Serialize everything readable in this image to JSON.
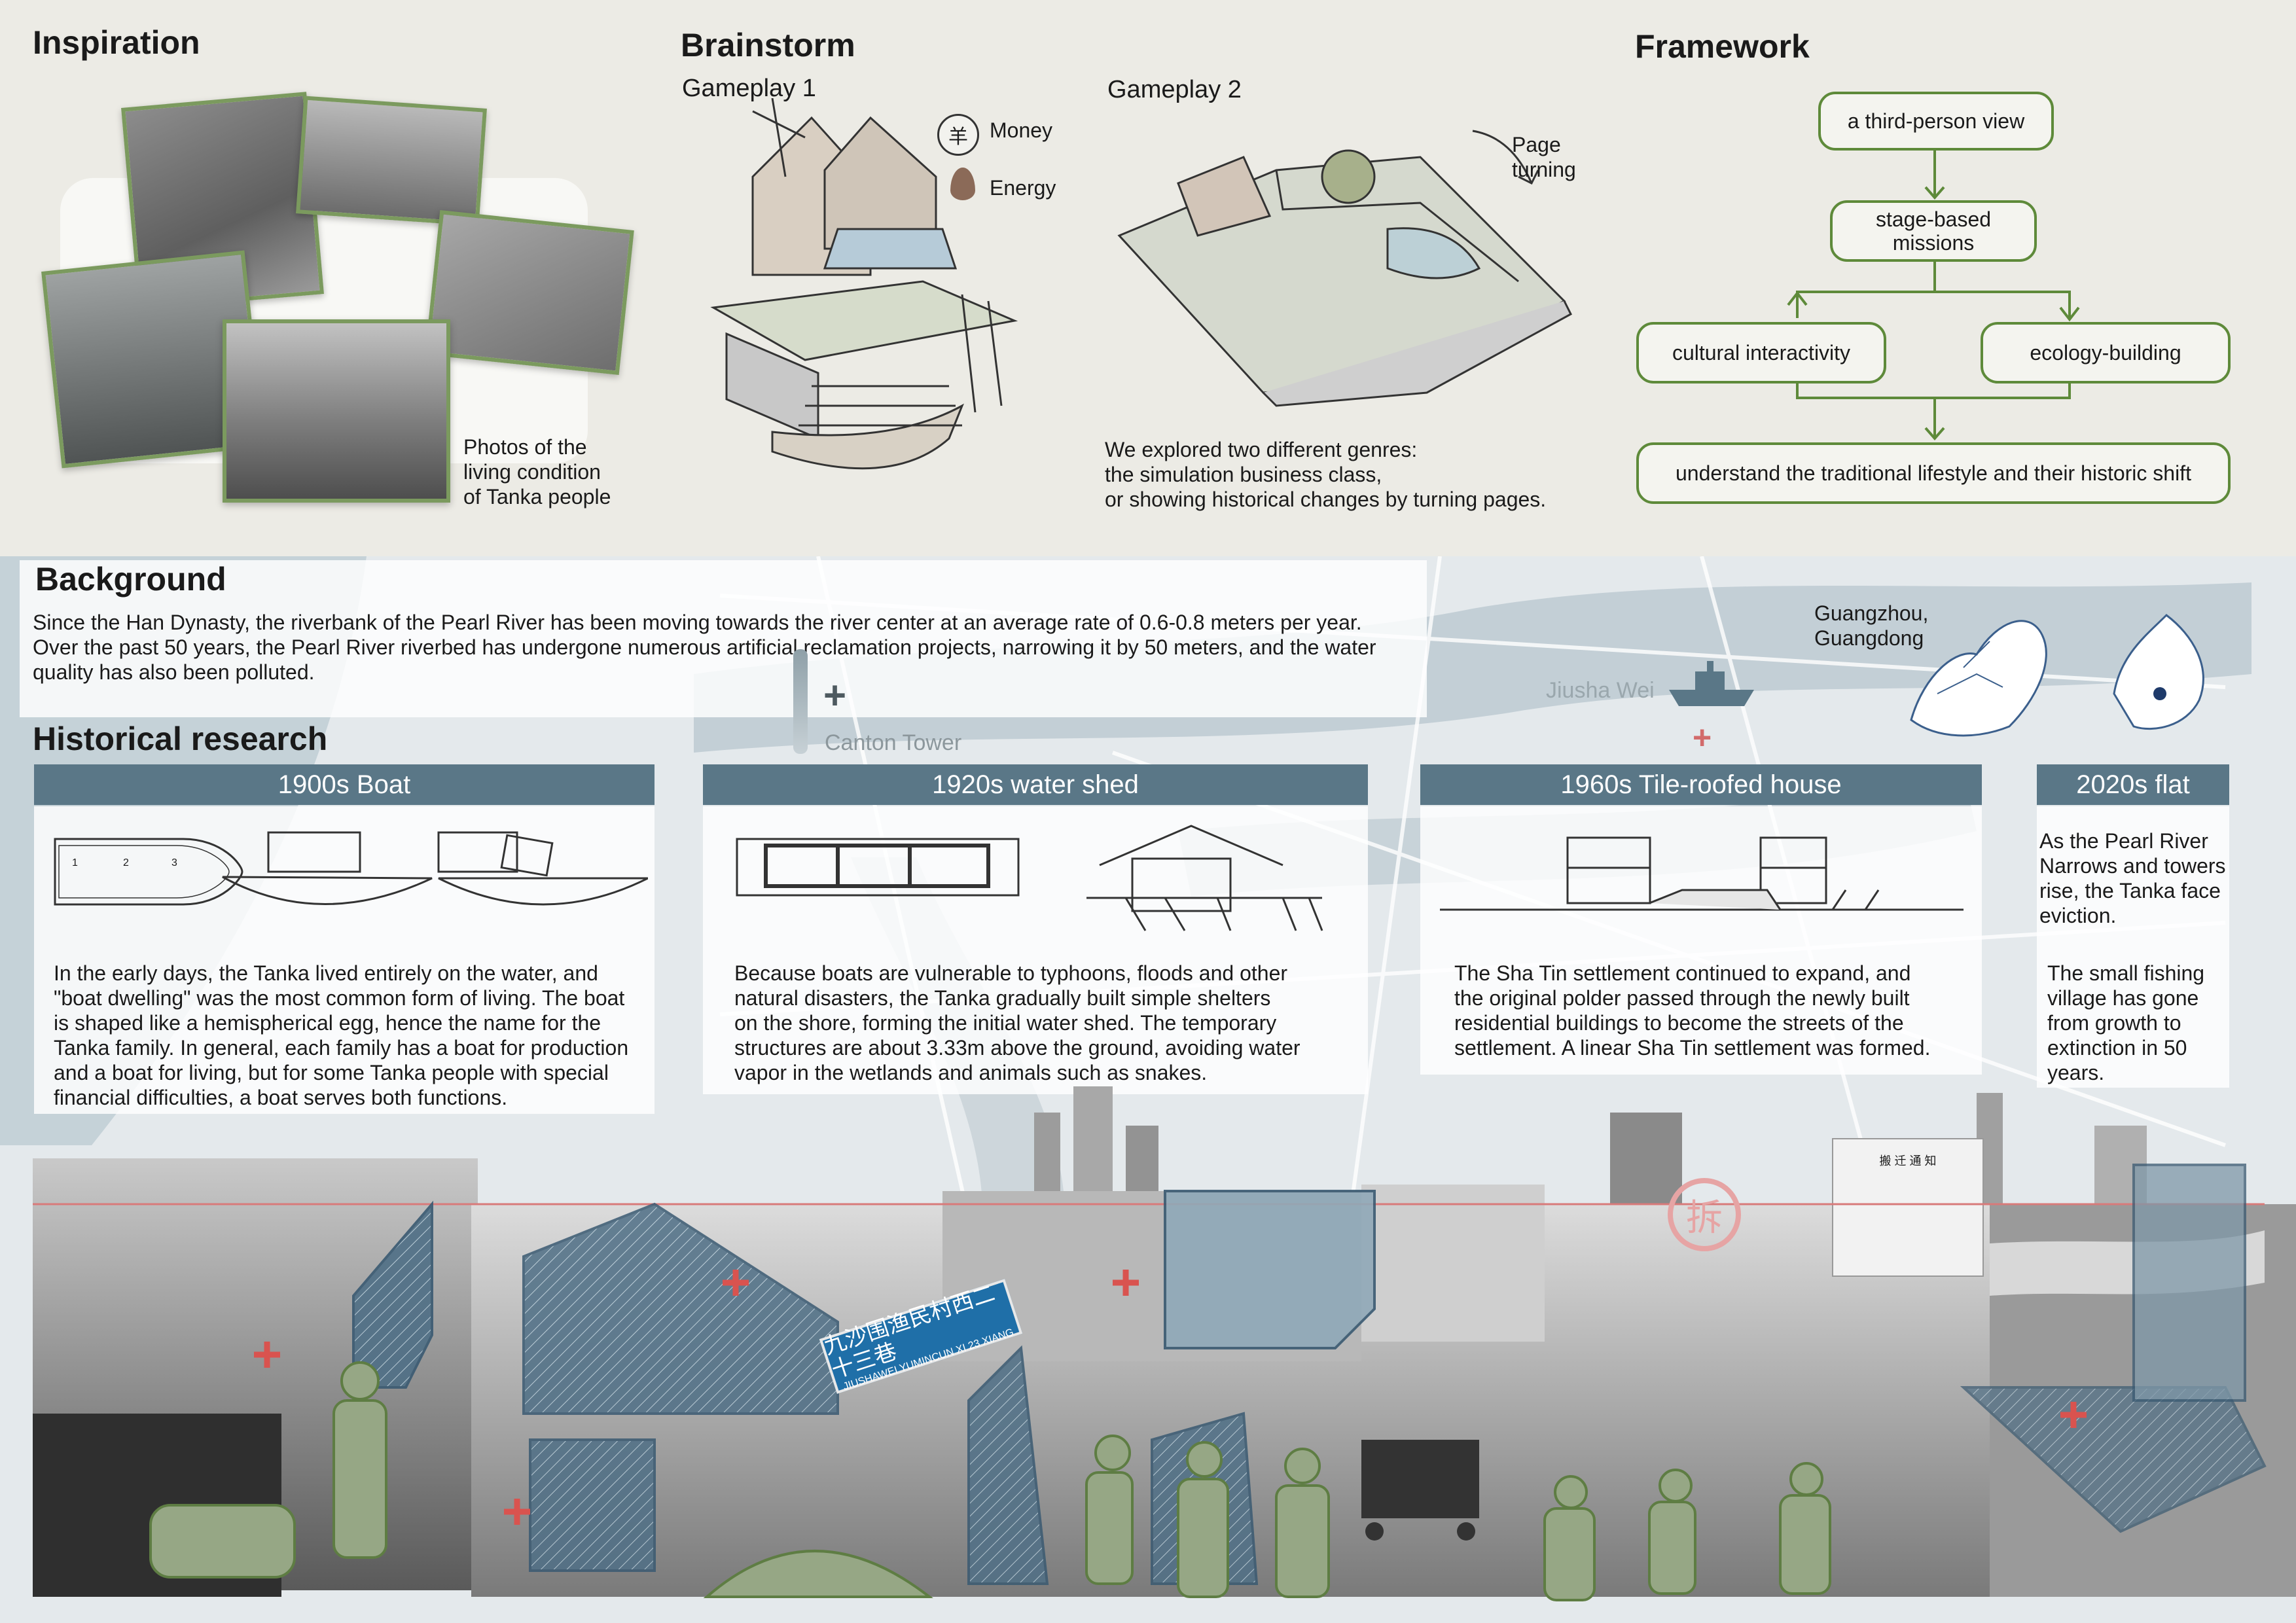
{
  "inspiration": {
    "title": "Inspiration",
    "caption_lines": [
      "Photos of the",
      "living condition",
      "of Tanka people"
    ]
  },
  "brainstorm": {
    "title": "Brainstorm",
    "gameplay1": "Gameplay 1",
    "gameplay2": "Gameplay 2",
    "money_label": "Money",
    "money_glyph": "羊",
    "energy_label": "Energy",
    "page_turning_lines": [
      "Page",
      "turning"
    ],
    "note_lines": [
      "We explored two different genres:",
      "the simulation business class,",
      "or showing historical changes by turning pages."
    ]
  },
  "framework": {
    "title": "Framework",
    "nodes": {
      "view": "a third-person view",
      "missions_lines": [
        "stage-based",
        "missions"
      ],
      "cultural": "cultural interactivity",
      "ecology": "ecology-building",
      "understand": "understand the traditional lifestyle and their historic shift"
    },
    "accent_color": "#5e8a3a"
  },
  "background": {
    "title": "Background",
    "lines": [
      "Since the Han Dynasty, the riverbank of the Pearl River has been moving towards the river center at an average rate of 0.6-0.8 meters per year.",
      "Over the past 50 years, the Pearl River riverbed has undergone numerous artificial reclamation projects, narrowing it by 50 meters, and the water",
      "quality has also been polluted."
    ]
  },
  "map": {
    "location_lines": [
      "Guangzhou,",
      "Guangdong"
    ],
    "jiusha": "Jiusha Wei",
    "canton": "Canton Tower",
    "plus_glyph": "+"
  },
  "historical": {
    "title": "Historical research",
    "band_color": "#5a7787",
    "eras": [
      {
        "label": "1900s  Boat",
        "text_lines": [
          "In the early days, the Tanka lived entirely on the water, and",
          "\"boat dwelling\" was the most common form of living. The boat",
          "is shaped like a hemispherical egg, hence the name for the",
          "Tanka family. In general, each family has a boat for production",
          "and a boat for living, but for some Tanka people with special",
          "financial difficulties, a boat serves both functions."
        ]
      },
      {
        "label": "1920s water shed",
        "text_lines": [
          "Because boats are vulnerable to typhoons, floods and other",
          "natural disasters, the Tanka gradually built simple shelters",
          "on the shore, forming the initial water shed. The temporary",
          "structures are about 3.33m above the ground, avoiding water",
          "vapor in the wetlands and animals such as snakes."
        ]
      },
      {
        "label": "1960s Tile-roofed house",
        "text_lines": [
          "The Sha Tin settlement continued to expand, and",
          "the original polder passed through the newly built",
          "residential buildings to become the streets of the",
          "settlement. A linear Sha Tin settlement was formed."
        ]
      },
      {
        "label": "2020s flat",
        "text_lines": [
          "As the Pearl River",
          "Narrows and towers",
          "rise, the Tanka face",
          "eviction."
        ],
        "text2_lines": [
          "The small fishing",
          "village has gone",
          "from growth to",
          "extinction in 50",
          "years."
        ]
      }
    ],
    "boat_numbers": [
      "1",
      "2",
      "3"
    ]
  },
  "collage": {
    "sign_cn": "九沙围渔民村西二十三巷",
    "sign_en": "JIUSHAWEI YUMINCUN XI 23 XIANG",
    "notice_title": "搬 迁 通 知",
    "stamp_glyph": "拆",
    "sign_color": "#1f6fa8"
  }
}
